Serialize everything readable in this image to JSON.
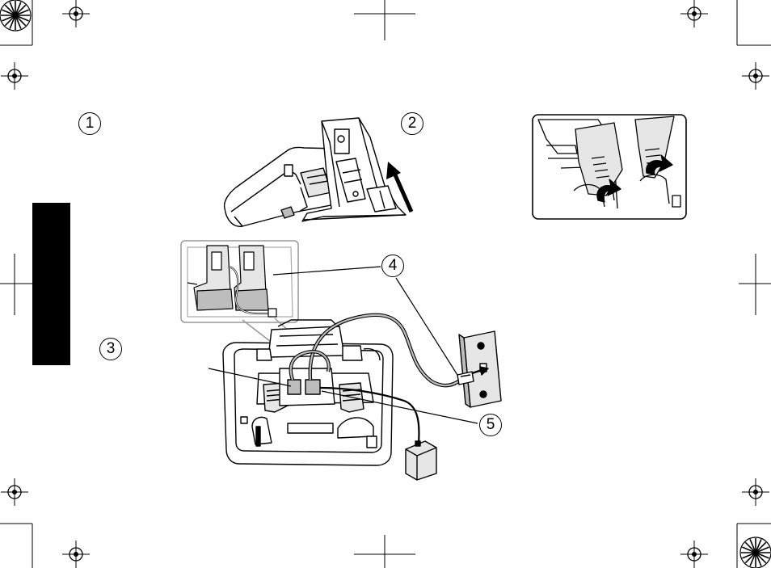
{
  "steps": {
    "s1": "1",
    "s2": "2",
    "s3": "3",
    "s4": "4",
    "s5": "5"
  },
  "colors": {
    "ink": "#000000",
    "tab": "#000000",
    "gray_fill": "#e6e6e6",
    "mid_gray": "#bdbdbd"
  },
  "icons": {
    "registration_mark": "crosshair-circle-icon",
    "color_target": "starburst-target-icon",
    "direction_arrow": "arrow-icon"
  }
}
